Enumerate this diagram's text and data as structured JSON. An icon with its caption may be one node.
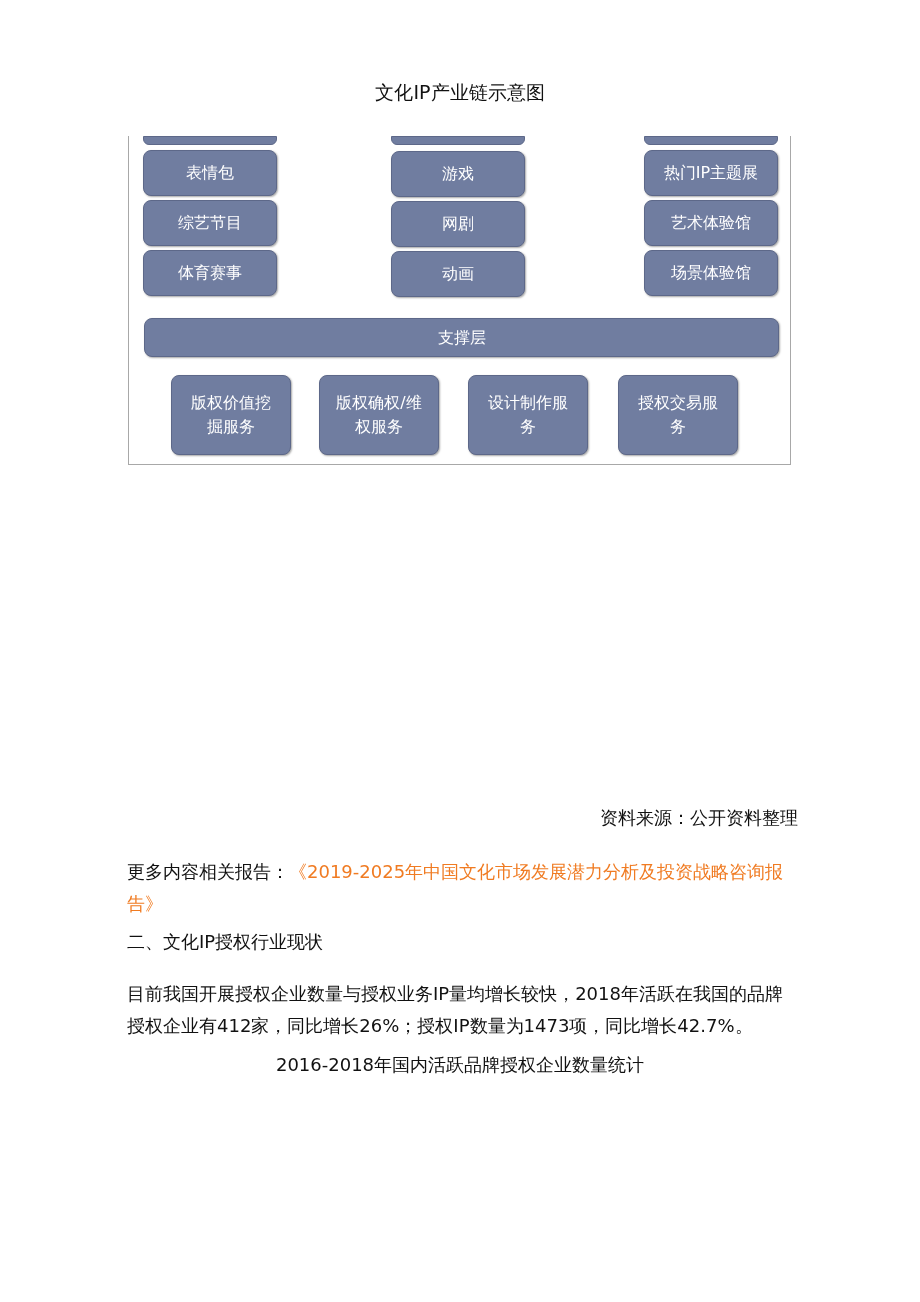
{
  "diagram": {
    "title": "文化IP产业链示意图",
    "nodes": [
      {
        "text": [],
        "shape": "box"
      },
      {
        "text": [],
        "shape": "box",
        "in": 0
      },
      {
        "text": [],
        "shape": "box",
        "in": 0
      },
      {
        "text": [],
        "shape": "box",
        "in": 0
      },
      {
        "text": [
          "表情包"
        ],
        "in": 0
      },
      {
        "text": [
          "游戏"
        ],
        "in": 0
      },
      {
        "text": [
          "热门IP主题展"
        ],
        "in": 0
      },
      {
        "text": [
          "综艺节目"
        ],
        "in": 0
      },
      {
        "text": [
          "网剧"
        ],
        "in": 0
      },
      {
        "text": [
          "艺术体验馆"
        ],
        "in": 0
      },
      {
        "text": [
          "体育赛事"
        ],
        "in": 0
      },
      {
        "text": [
          "动画"
        ],
        "in": 0
      },
      {
        "text": [
          "场景体验馆"
        ],
        "in": 0
      },
      {
        "text": [
          "支撑层"
        ],
        "in": 0
      },
      {
        "text": [
          "版权价值挖掘服务"
        ],
        "in": 0
      },
      {
        "text": [
          "版权确权/维权服务"
        ],
        "in": 0
      },
      {
        "text": [
          "设计制作服务"
        ],
        "in": 0
      },
      {
        "text": [
          "授权交易服务"
        ],
        "in": 0
      }
    ],
    "labels": [
      "资料来源：公开资料整理",
      "更多内容相关报告：",
      "《2019-2025年中国文化市场发展潜力分析及投资战略咨询报告》",
      "二、文化IP授权行业现状",
      "目前我国开展授权企业数量与授权业务IP量均增长较快，2018年活跃在我国的品牌授权企业有412家，同比增长26%；授权IP数量为1473项，同比增长42.7%。",
      "2016-2018年国内活跃品牌授权企业数量统计"
    ]
  }
}
